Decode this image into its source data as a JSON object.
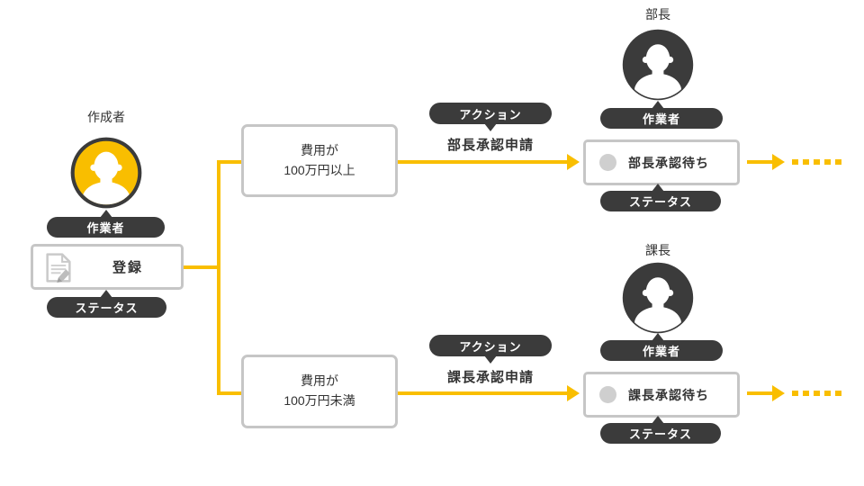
{
  "colors": {
    "accent_yellow": "#F9BE00",
    "dark": "#3B3B3B",
    "box_border": "#C6C6C6",
    "status_dot_gray": "#CFCFCF",
    "text": "#333333"
  },
  "creator": {
    "title": "作成者",
    "avatar_icon": "person-icon",
    "role_label": "作業者",
    "register_box": {
      "icon": "document-edit-icon",
      "label": "登録"
    },
    "status_tag": "ステータス"
  },
  "branches": [
    {
      "condition": {
        "line1": "費用が",
        "line2": "100万円以上"
      },
      "action": {
        "tag": "アクション",
        "text": "部長承認申請"
      },
      "approver": {
        "title": "部長",
        "avatar_icon": "person-icon",
        "role_label": "作業者",
        "status_box": {
          "dot_icon": "status-dot",
          "label": "部長承認待ち"
        },
        "status_tag": "ステータス"
      }
    },
    {
      "condition": {
        "line1": "費用が",
        "line2": "100万円未満"
      },
      "action": {
        "tag": "アクション",
        "text": "課長承認申請"
      },
      "approver": {
        "title": "課長",
        "avatar_icon": "person-icon",
        "role_label": "作業者",
        "status_box": {
          "dot_icon": "status-dot",
          "label": "課長承認待ち"
        },
        "status_tag": "ステータス"
      }
    }
  ]
}
